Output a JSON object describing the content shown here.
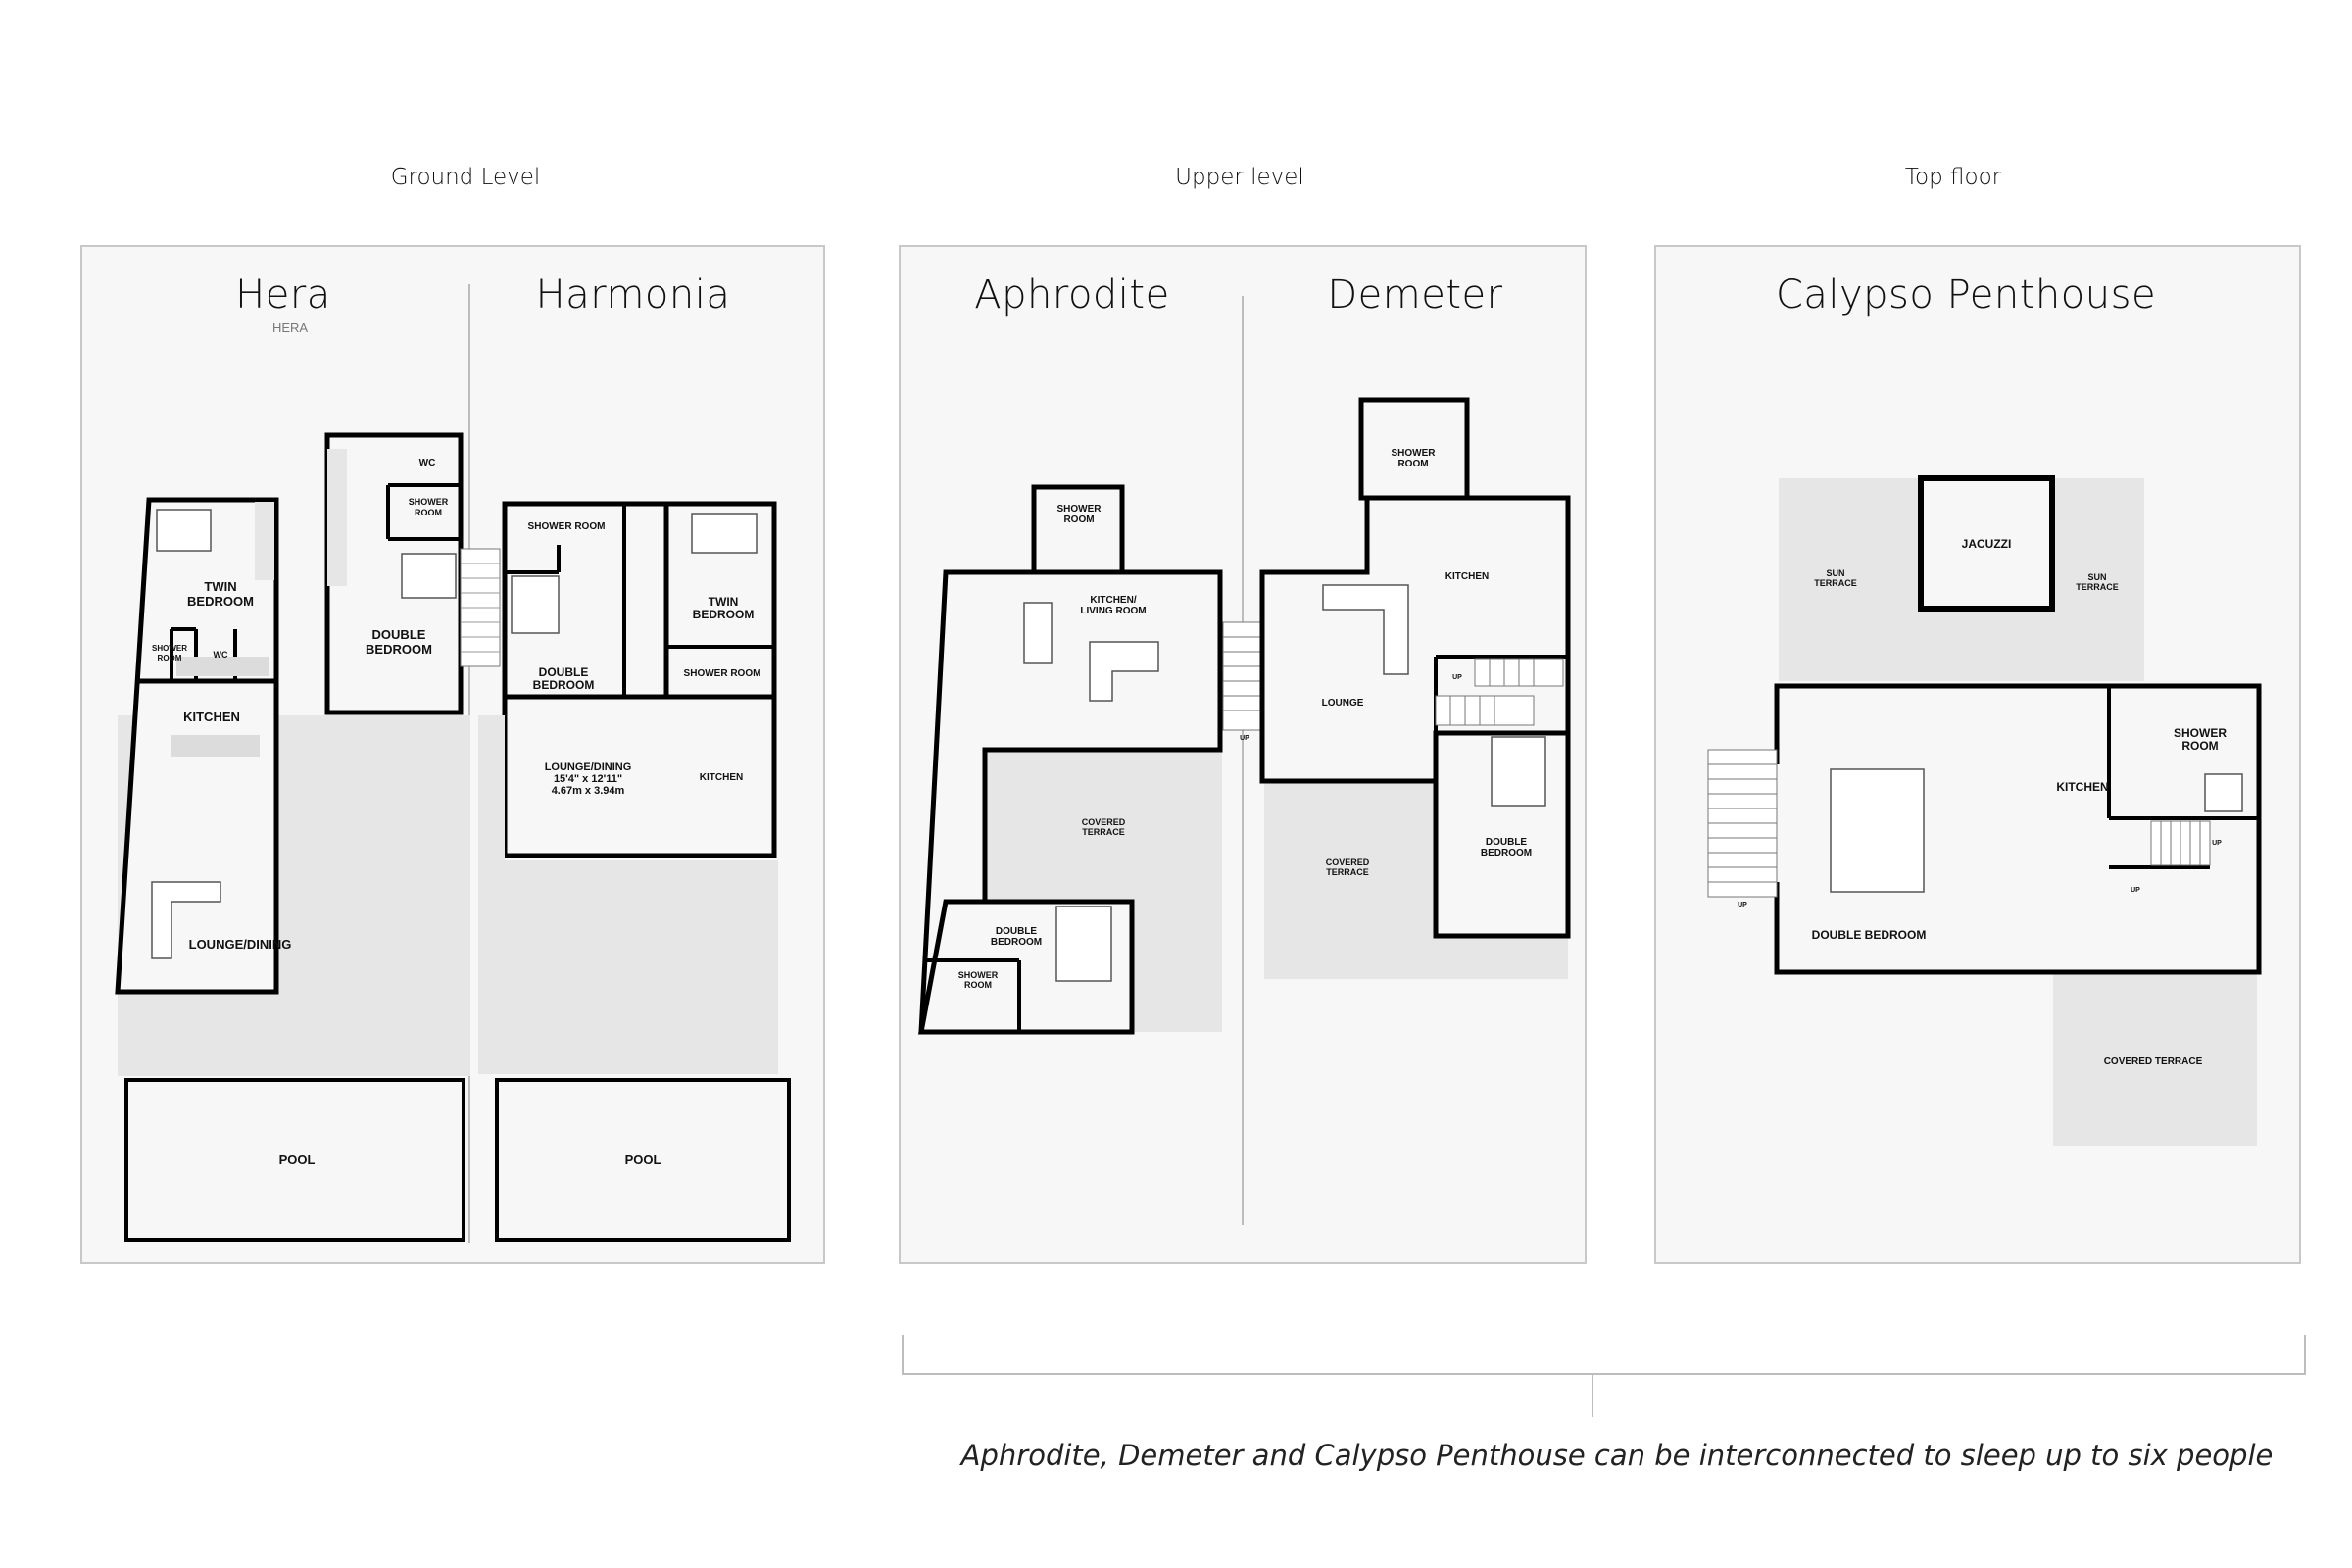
{
  "levels": {
    "ground": "Ground Level",
    "upper": "Upper level",
    "top": "Top floor"
  },
  "units": {
    "hera": {
      "title": "Hera",
      "subtitle": "HERA"
    },
    "harmonia": {
      "title": "Harmonia"
    },
    "aphrodite": {
      "title": "Aphrodite"
    },
    "demeter": {
      "title": "Demeter"
    },
    "calypso": {
      "title": "Calypso Penthouse"
    }
  },
  "rooms": {
    "hera": {
      "wc_top": "WC",
      "shower_room_top": [
        "SHOWER",
        "ROOM"
      ],
      "twin_bedroom": [
        "TWIN",
        "BEDROOM"
      ],
      "double_bedroom": [
        "DOUBLE",
        "BEDROOM"
      ],
      "shower_room_small": [
        "SHOWER",
        "ROOM"
      ],
      "wc_small": "WC",
      "kitchen": "KITCHEN",
      "lounge_dining": "LOUNGE/DINING",
      "pool": "POOL"
    },
    "harmonia": {
      "shower_room_left": "SHOWER ROOM",
      "double_bedroom": [
        "DOUBLE",
        "BEDROOM"
      ],
      "twin_bedroom": [
        "TWIN",
        "BEDROOM"
      ],
      "shower_room_right": "SHOWER ROOM",
      "lounge_dining": [
        "LOUNGE/DINING",
        "15'4\"  x 12'11\"",
        "4.67m  x 3.94m"
      ],
      "kitchen": "KITCHEN",
      "pool": "POOL"
    },
    "aphrodite": {
      "shower_room_top": [
        "SHOWER",
        "ROOM"
      ],
      "kitchen_living": [
        "KITCHEN/",
        "LIVING ROOM"
      ],
      "covered_terrace": [
        "COVERED",
        "TERRACE"
      ],
      "double_bedroom": [
        "DOUBLE",
        "BEDROOM"
      ],
      "shower_room_bottom": [
        "SHOWER",
        "ROOM"
      ],
      "up": "UP"
    },
    "demeter": {
      "shower_room": [
        "SHOWER",
        "ROOM"
      ],
      "kitchen": "KITCHEN",
      "lounge": "LOUNGE",
      "covered_terrace": [
        "COVERED",
        "TERRACE"
      ],
      "double_bedroom": [
        "DOUBLE",
        "BEDROOM"
      ],
      "up": "UP"
    },
    "calypso": {
      "jacuzzi": "JACUZZI",
      "sun_terrace_left": [
        "SUN",
        "TERRACE"
      ],
      "sun_terrace_right": [
        "SUN",
        "TERRACE"
      ],
      "shower_room": [
        "SHOWER",
        "ROOM"
      ],
      "kitchen": "KITCHEN",
      "double_bedroom": "DOUBLE BEDROOM",
      "covered_terrace": "COVERED TERRACE",
      "up_left": "UP",
      "up_stair": "UP",
      "up_right": "UP"
    }
  },
  "footnote": "Aphrodite, Demeter and Calypso Penthouse can be interconnected to sleep up to six people",
  "colors": {
    "panel_bg": "#f7f7f7",
    "panel_border": "#c8c8c8",
    "wall": "#000000",
    "shaded_area": "#e6e6e6"
  }
}
